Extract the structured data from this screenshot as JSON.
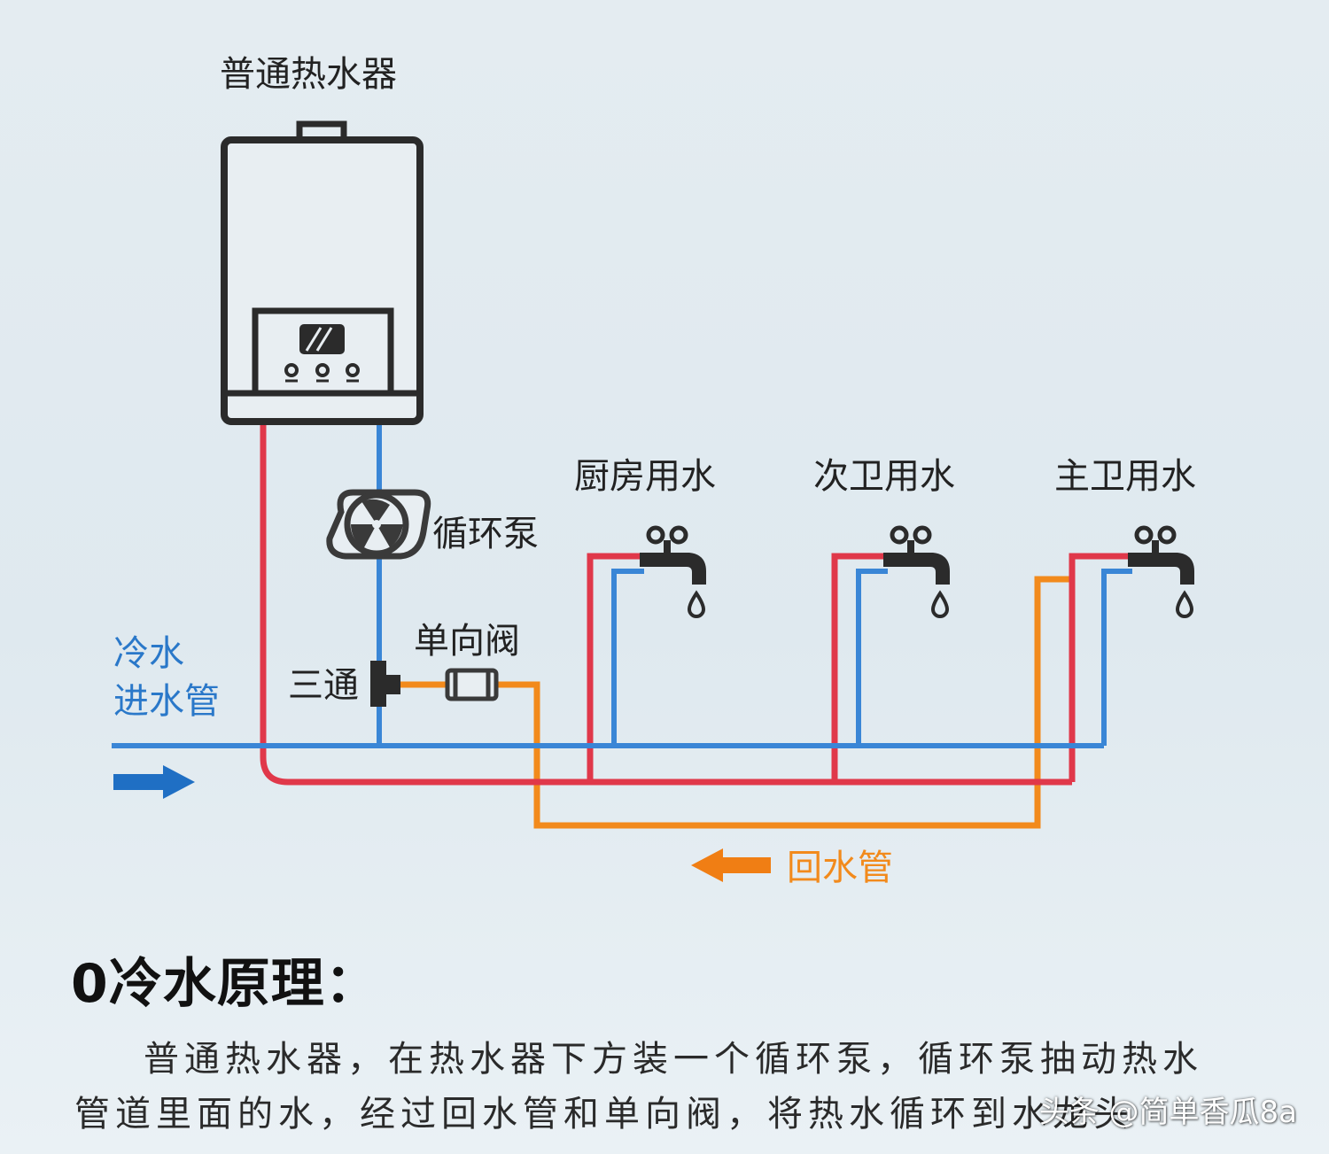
{
  "heater": {
    "title": "普通热水器"
  },
  "labels": {
    "pump": "循环泵",
    "check_valve": "单向阀",
    "tee": "三通",
    "cold_line1": "冷水",
    "cold_line2": "进水管",
    "return_pipe": "回水管"
  },
  "fixtures": [
    {
      "label": "厨房用水"
    },
    {
      "label": "次卫用水"
    },
    {
      "label": "主卫用水"
    }
  ],
  "colors": {
    "hot_pipe": "#e0384a",
    "cold_pipe": "#3a86d6",
    "return_pipe": "#f28a1c",
    "arrow_blue": "#1f6fc4",
    "arrow_orange": "#f07e14"
  },
  "section_title": "0冷水原理：",
  "body": {
    "line1": "普通热水器，在热水器下方装一个循环泵，循环泵抽动热水",
    "line2": "管道里面的水，经过回水管和单向阀，将热水循环到水龙头"
  },
  "watermark": "头条 @简单香瓜8a"
}
